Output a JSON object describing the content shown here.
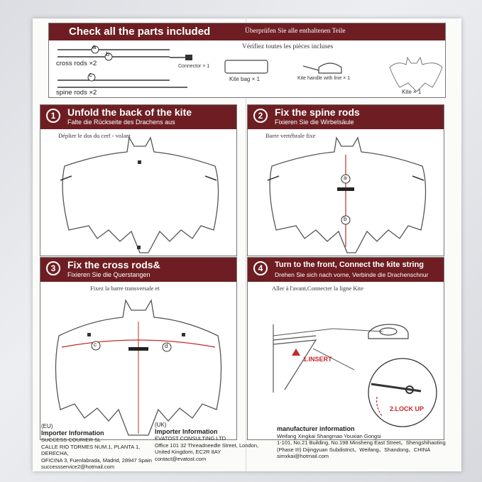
{
  "parts": {
    "title": "Check all the parts included",
    "title_de": "Überprüfen Sie alle enthaltenen Teile",
    "title_fr": "Vérifiez toutes les pièces incluses",
    "rod_a": "a",
    "rod_b": "b",
    "rod_c": "c",
    "cross_rods": "cross rods ×2",
    "spine_rods": "spine rods ×2",
    "connector": "Connector × 1",
    "kite_bag": "Kite bag × 1",
    "kite_handle": "Kite handle with line × 1",
    "kite": "Kite × 1"
  },
  "steps": [
    {
      "num": "1",
      "en": "Unfold the back of the kite",
      "de": "Falte die Rückseite des Drachens aus",
      "fr": "Déplier le dos du cerf - volant"
    },
    {
      "num": "2",
      "en": "Fix the spine rods",
      "de": "Fixieren Sie die Wirbelsäule",
      "fr": "Barre vertébrale fixe"
    },
    {
      "num": "3",
      "en": "Fix the cross rods&",
      "de": "Fixieren Sie die Querstangen",
      "fr": "Fixez la barre transversale et"
    },
    {
      "num": "4",
      "en": "Turn to the front, Connect the kite string",
      "de": "Drehen Sie sich nach vorne, Verbinde die Drachenschnur",
      "fr": "Aller à l'avant,Connecter la ligne Kite"
    }
  ],
  "step2_marks": {
    "a": "a",
    "b": "b"
  },
  "step3_marks": {
    "c": "c",
    "d": "d"
  },
  "step4": {
    "insert": "1.INSERT",
    "lock": "2.LOCK UP"
  },
  "importers": {
    "eu_tag": "(EU)",
    "eu_title": "Importer Information",
    "eu_lines": [
      "SUCCESS COURIER SL",
      "CALLE RIO TORMES NUM.1, PLANTA 1, DERECHA,",
      "OFICINA 3, Fuenlabrada, Madrid, 28947 Spain",
      "successservice2@hotmail.com"
    ],
    "uk_tag": "(UK)",
    "uk_title": "Importer Information",
    "uk_lines": [
      "EVATOST CONSULTING LTD",
      "Office 101 32 Threadneedle Street, London,",
      "United Kingdom, EC2R 8AY",
      "contact@evatost.com"
    ],
    "mf_title": "manufacturer information",
    "mf_lines": [
      "Weifang Xingkai Shangmao Youxian Gongsi",
      "1-101, No.21 Building, No.198 Minsheng East Street、Shengshihaoting",
      "(Phase III) Dijingyuan Subdistrict、Weifang、Shandong、CHINA",
      "simxkai@hotmail.com"
    ]
  },
  "colors": {
    "brand": "#6e1e22",
    "line": "#c42a2a"
  }
}
